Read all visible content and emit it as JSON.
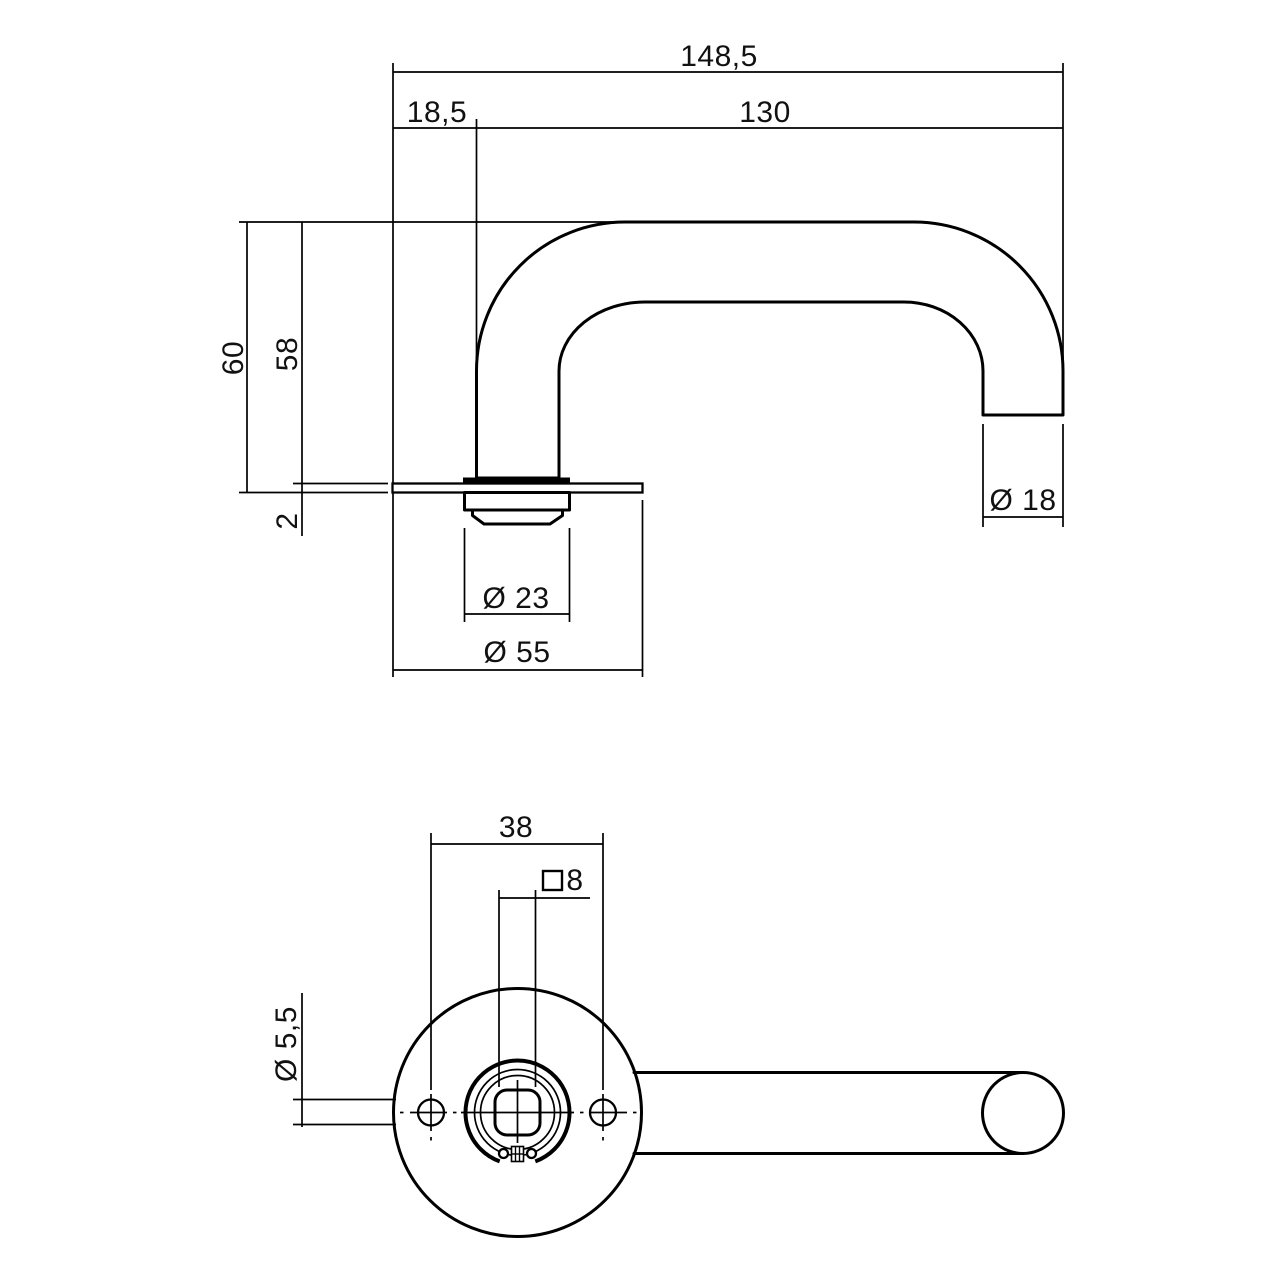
{
  "colors": {
    "background": "#ffffff",
    "line": "#000000",
    "text": "#111111"
  },
  "side_view": {
    "dims": {
      "total_length": "148,5",
      "offset": "18,5",
      "length": "130",
      "total_height": "60",
      "inner_height": "58",
      "plate_thickness": "2",
      "collar_diameter": "Ø 23",
      "rose_diameter": "Ø 55",
      "tube_diameter": "Ø 18"
    }
  },
  "front_view": {
    "dims": {
      "hole_spacing": "38",
      "spindle_square": "8",
      "screw_hole_diameter": "Ø 5,5"
    }
  }
}
